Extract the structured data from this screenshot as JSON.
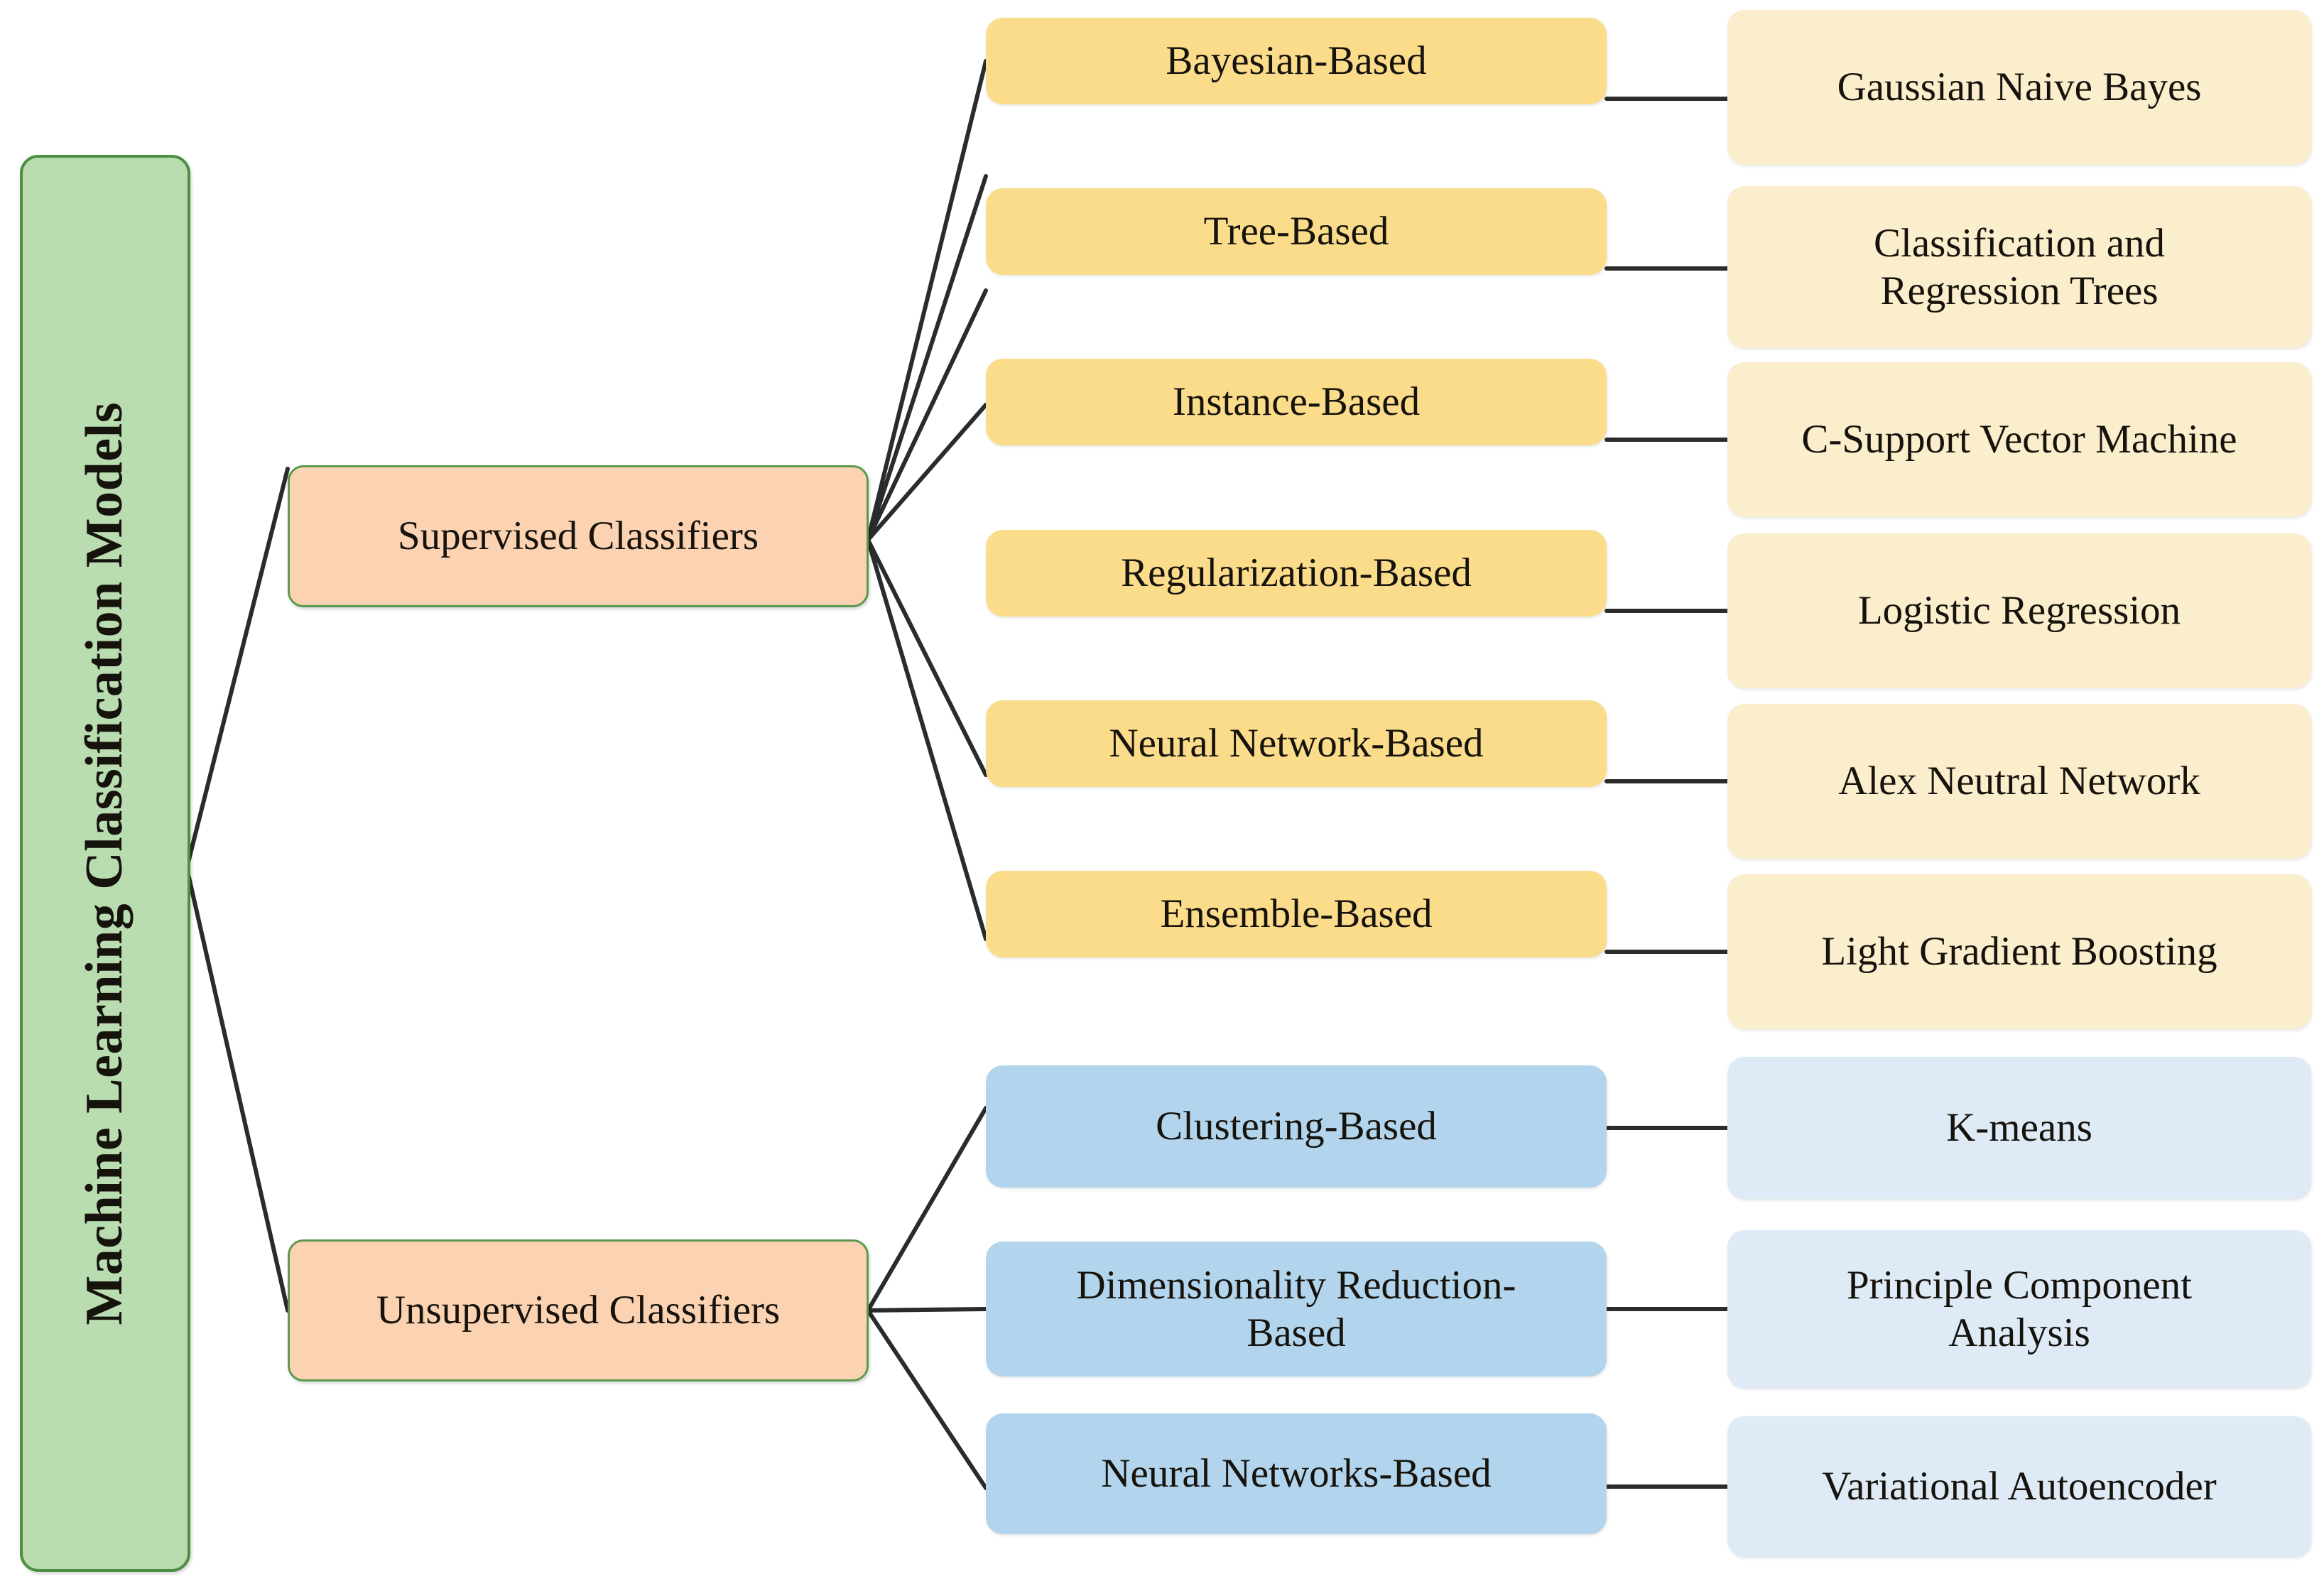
{
  "diagram": {
    "title": "Machine Learning Classification Models",
    "type": "tree",
    "colors": {
      "root_fill": "#b9dcb1",
      "root_border": "#4d8f42",
      "level1_fill": "#fbd2b2",
      "level1_border": "#5a9a4e",
      "supervised_level2_fill": "#fbdc8b",
      "supervised_level3_fill": "#fbeecd",
      "unsupervised_level2_fill": "#b2d5ed",
      "unsupervised_level3_fill": "#dfeaf7",
      "connector": "#2b2b2b",
      "text": "#16130d",
      "background": "#ffffff"
    }
  },
  "root": {
    "label": "Machine Learning Classification Models"
  },
  "branches": [
    {
      "id": "supervised",
      "label": "Supervised Classifiers",
      "children": [
        {
          "category": "Bayesian-Based",
          "algorithm": "Gaussian Naive Bayes"
        },
        {
          "category": "Tree-Based",
          "algorithm": "Classification and\nRegression Trees"
        },
        {
          "category": "Instance-Based",
          "algorithm": "C-Support Vector Machine"
        },
        {
          "category": "Regularization-Based",
          "algorithm": "Logistic Regression"
        },
        {
          "category": "Neural Network-Based",
          "algorithm": "Alex Neutral Network"
        },
        {
          "category": "Ensemble-Based",
          "algorithm": "Light Gradient Boosting"
        }
      ]
    },
    {
      "id": "unsupervised",
      "label": "Unsupervised Classifiers",
      "children": [
        {
          "category": "Clustering-Based",
          "algorithm": "K-means"
        },
        {
          "category": "Dimensionality Reduction-\nBased",
          "algorithm": "Principle Component\nAnalysis"
        },
        {
          "category": "Neural Networks-Based",
          "algorithm": "Variational Autoencoder"
        }
      ]
    }
  ]
}
